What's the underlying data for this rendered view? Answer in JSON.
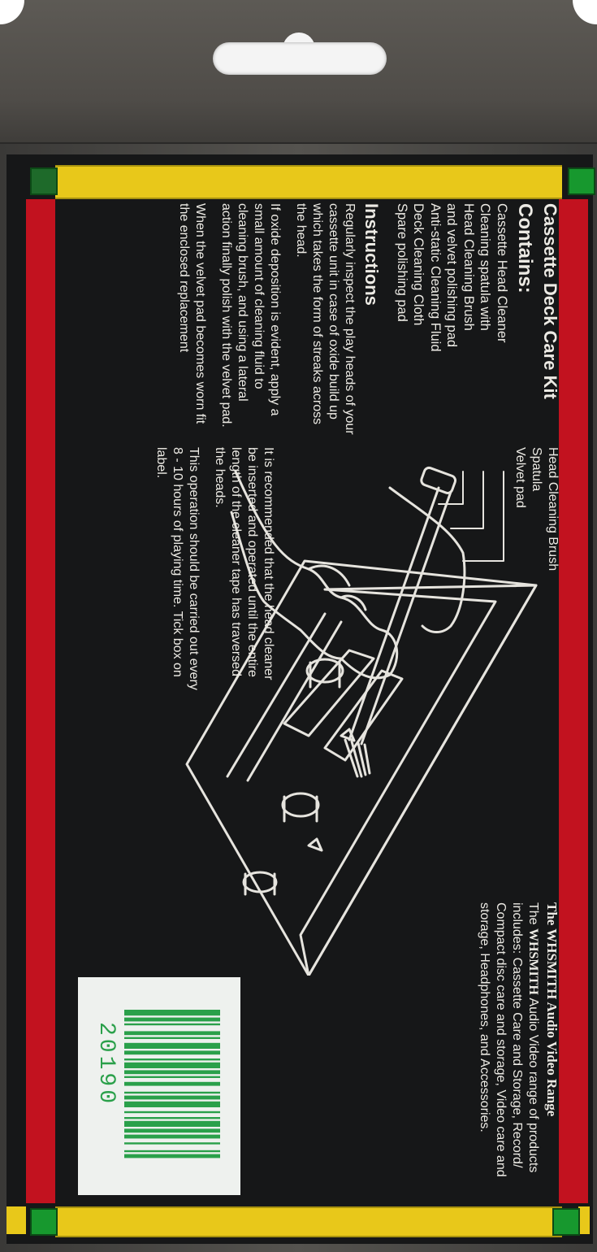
{
  "kit_title": "Cassette Deck Care Kit",
  "contains_heading": "Contains:",
  "contains_items": [
    "Cassette Head Cleaner",
    "Cleaning spatula with",
    "Head Cleaning Brush",
    "and velvet polishing pad",
    "Anti-static Cleaning Fluid",
    "Deck Cleaning Cloth",
    "Spare polishing pad"
  ],
  "instructions_heading": "Instructions",
  "instructions_paragraphs": [
    "Regularly inspect the play heads of your cassette unit in case of oxide build up which takes the form of streaks across the head.",
    "If oxide deposition is evident, apply a small amount of cleaning fluid to cleaning brush, and using a lateral action finally polish with the velvet pad.",
    "When the velvet pad becomes worn fit the enclosed replacement"
  ],
  "illustration_labels": {
    "brush": "Head Cleaning Brush",
    "spatula": "Spatula",
    "velvet_pad": "Velvet pad"
  },
  "recommendation_paragraphs": [
    "It is recommended that the head cleaner be inserted and operated until the entire length of the cleaner tape has traversed the heads.",
    "This operation should be carried out every 8 - 10 hours of playing time. Tick box on label."
  ],
  "range": {
    "heading": "The WHSMITH Audio Video Range",
    "intro": "The",
    "brand": "WHSMITH",
    "body": "Audio Video range of products includes: Cassette Care and Storage, Record/ Compact disc care and storage, Video care and storage, Headphones, and Accessories."
  },
  "barcode_number": "20190",
  "colors": {
    "card_background": "#161718",
    "stripe_red": "#c2121f",
    "stripe_yellow": "#e8c81a",
    "corner_green": "#17982e",
    "barcode_green": "#2aa04a"
  }
}
